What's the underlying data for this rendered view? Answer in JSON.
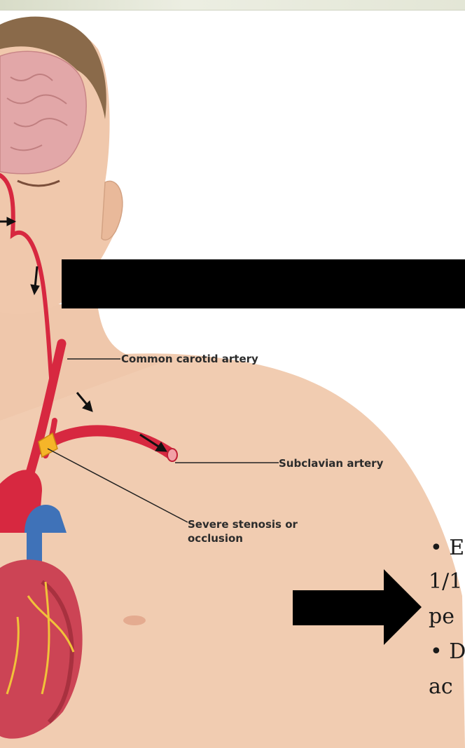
{
  "labels": {
    "common_carotid": "Common carotid artery",
    "subclavian": "Subclavian artery",
    "stenosis": [
      "Severe stenosis or",
      "occlusion"
    ]
  },
  "bullet_text": [
    "• E",
    "1/1",
    "pe",
    "• D",
    "ac"
  ],
  "colors": {
    "artery": "#d72840",
    "vein": "#3f72b8",
    "skin": "#f2cdb2",
    "brain": "#e2a5a5",
    "stenosis": "#f5b529",
    "redaction": "#000000"
  }
}
